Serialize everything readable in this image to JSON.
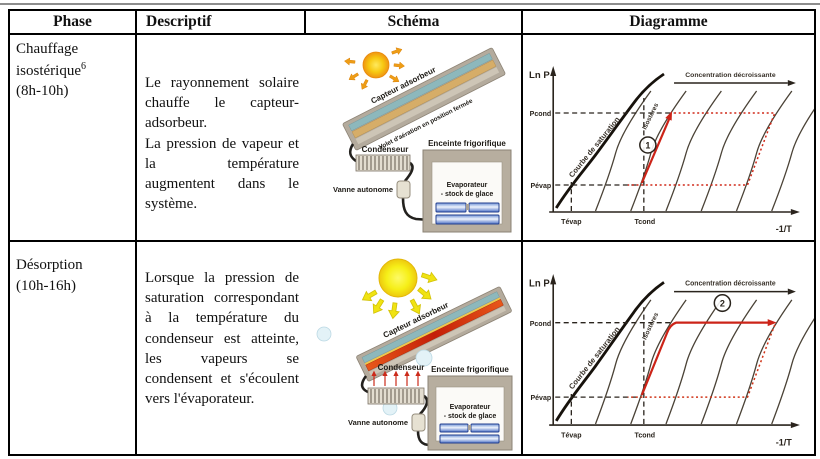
{
  "colors": {
    "accent_red": "#cc2418",
    "sun_orange": "#ef9b15",
    "sun_yellow": "#f0e312",
    "collector_teal": "#8db8bc",
    "collector_tan": "#d6ad68",
    "hot_red": "#d8350c",
    "box_taupe": "#b7ae9f",
    "bar_blue": "#24408f",
    "diagram_line": "#4a4236",
    "table_border": "#000000"
  },
  "table": {
    "headers": [
      "Phase",
      "Descriptif",
      "Schéma",
      "Diagramme"
    ],
    "rows": [
      {
        "phase": {
          "name": "Chauffage isostérique",
          "sup": "6",
          "time": "(8h-10h)"
        },
        "descriptif": [
          "Le rayonnement solaire chauffe le capteur-adsorbeur.",
          "La pression de vapeur et la température augmentent dans le système."
        ],
        "schema": {
          "capteur": "Capteur adsorbeur",
          "volet": "Volet d'aération en position fermée",
          "condenseur": "Condenseur",
          "vanne": "Vanne autonome",
          "enceinte": "Enceinte frigorifique",
          "evaporateur": "Evaporateur",
          "stock": "- stock de glace"
        },
        "diagram": {
          "y_label": "Ln P",
          "x_label": "-1/T",
          "top_arrow": "Concentration décroissante",
          "saturation": "Courbe de saturation",
          "isosteres": "Isostères",
          "p_cond": "Pcond",
          "p_evap": "Pévap",
          "t_evap": "Tévap",
          "t_cond": "Tcond",
          "step": "1"
        }
      },
      {
        "phase": {
          "name": "Désorption",
          "sup": "",
          "time": "(10h-16h)"
        },
        "descriptif": [
          "Lorsque la pression de saturation correspondant à la température du condenseur est atteinte, les vapeurs se condensent et s'écoulent vers l'évaporateur."
        ],
        "schema": {
          "capteur": "Capteur adsorbeur",
          "condenseur": "Condenseur",
          "vanne": "Vanne autonome",
          "enceinte": "Enceinte frigorifique",
          "evaporateur": "Evaporateur",
          "stock": "- stock de glace"
        },
        "diagram": {
          "y_label": "Ln P",
          "x_label": "-1/T",
          "top_arrow": "Concentration décroissante",
          "saturation": "Courbe de saturation",
          "isosteres": "Isostères",
          "p_cond": "Pcond",
          "p_evap": "Pévap",
          "t_evap": "Tévap",
          "t_cond": "Tcond",
          "step": "2"
        }
      }
    ]
  }
}
